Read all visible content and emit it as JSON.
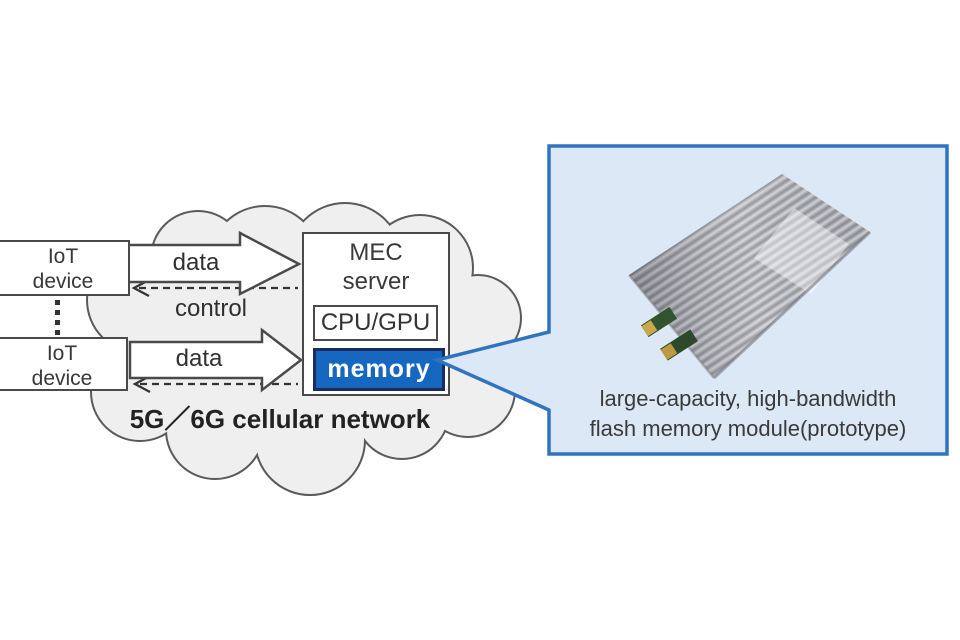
{
  "figure": {
    "cloud_label": "5G／6G cellular network",
    "iot_devices": [
      {
        "line1": "IoT",
        "line2": "device"
      },
      {
        "line1": "IoT",
        "line2": "device"
      }
    ],
    "arrows": {
      "data_top": "data",
      "control": "control",
      "data_bottom": "data"
    },
    "mec_server": {
      "title_line1": "MEC",
      "title_line2": "server",
      "cpu_label": "CPU/GPU",
      "memory_label": "memory"
    },
    "callout": {
      "caption_line1": "large-capacity, high-bandwidth",
      "caption_line2": "flash memory module(prototype)"
    },
    "icons": {
      "cloud": "cellular-network-cloud",
      "ellipsis": "vertical-ellipsis",
      "module_photo": "flash-memory-module-photo"
    },
    "colors": {
      "memory_bg": "#1667c0",
      "memory_border": "#1c2c60",
      "callout_bg": "#dce8f6",
      "callout_border": "#2e74c0",
      "cloud_fill": "#efefef",
      "cloud_stroke": "#5a5a5a",
      "box_border": "#4a4a4a",
      "text": "#333333"
    }
  }
}
